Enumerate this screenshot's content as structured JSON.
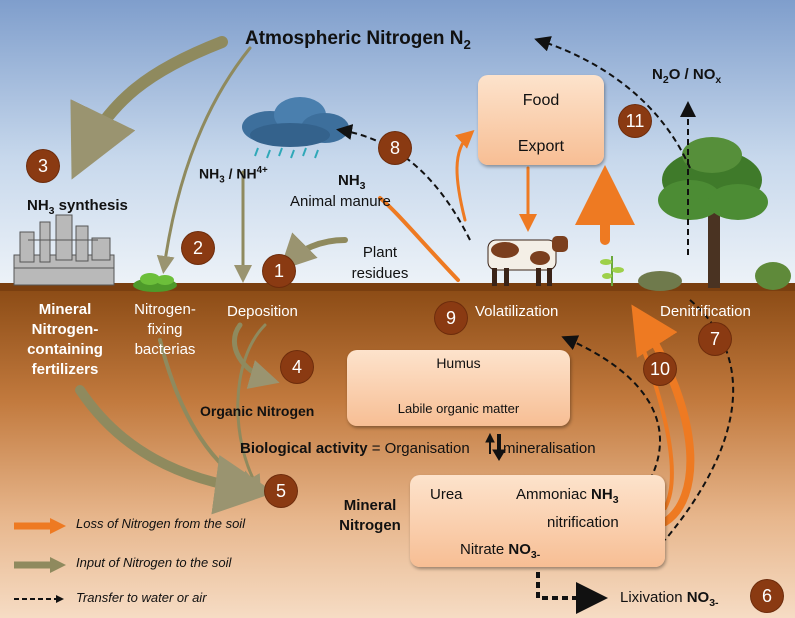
{
  "title": {
    "main": "Atmospheric Nitrogen N",
    "sub": "2"
  },
  "emissions": {
    "n2o": "N",
    "n2o_sub": "2",
    "n2o_rest": "O / NO",
    "nox_sub": "x"
  },
  "food_box": {
    "food": "Food",
    "export": "Export"
  },
  "synthesis": {
    "nh3": "NH",
    "sub": "3",
    "rest": " synthesis"
  },
  "nh3_nh4": {
    "a": "NH",
    "a_sub": "3",
    "sep": " / NH",
    "b_sub": "4+"
  },
  "nh3_label": {
    "a": "NH",
    "sub": "3"
  },
  "animal_manure": "Animal manure",
  "plant_residues_1": "Plant",
  "plant_residues_2": "residues",
  "ground": {
    "mineral_fert_1": "Mineral",
    "mineral_fert_2": "Nitrogen-",
    "mineral_fert_3": "containing",
    "mineral_fert_4": "fertilizers",
    "fixing_1": "Nitrogen-",
    "fixing_2": "fixing",
    "fixing_3": "bacterias",
    "deposition": "Deposition",
    "volatilization": "Volatilization",
    "denitrification": "Denitrification"
  },
  "humus_box": {
    "humus": "Humus",
    "labile": "Labile organic matter"
  },
  "organic_nitrogen": "Organic Nitrogen",
  "bio_activity": {
    "label": "Biological activity",
    "eq": " = Organisation",
    "mineral": " mineralisation"
  },
  "mineral_nitrogen_1": "Mineral",
  "mineral_nitrogen_2": "Nitrogen",
  "mineral_box": {
    "urea": "Urea",
    "ammoniac": "Ammoniac ",
    "nh3": "NH",
    "nh3_sub": "3",
    "nitrification": "nitrification",
    "nitrate": "Nitrate ",
    "no3": "NO",
    "no3_sub": "3-"
  },
  "lixivation": {
    "label": "Lixivation ",
    "no3": "NO",
    "sub": "3-"
  },
  "numbers": [
    "1",
    "2",
    "3",
    "4",
    "5",
    "6",
    "7",
    "8",
    "9",
    "10",
    "11"
  ],
  "legend": {
    "loss": "Loss of Nitrogen from the soil",
    "input": "Input of Nitrogen to the soil",
    "transfer": "Transfer to water or air"
  },
  "colors": {
    "loss": "#ee7a22",
    "input": "#8f8a5e",
    "soil": "#8a4a14",
    "badge": "#8a3a12"
  }
}
